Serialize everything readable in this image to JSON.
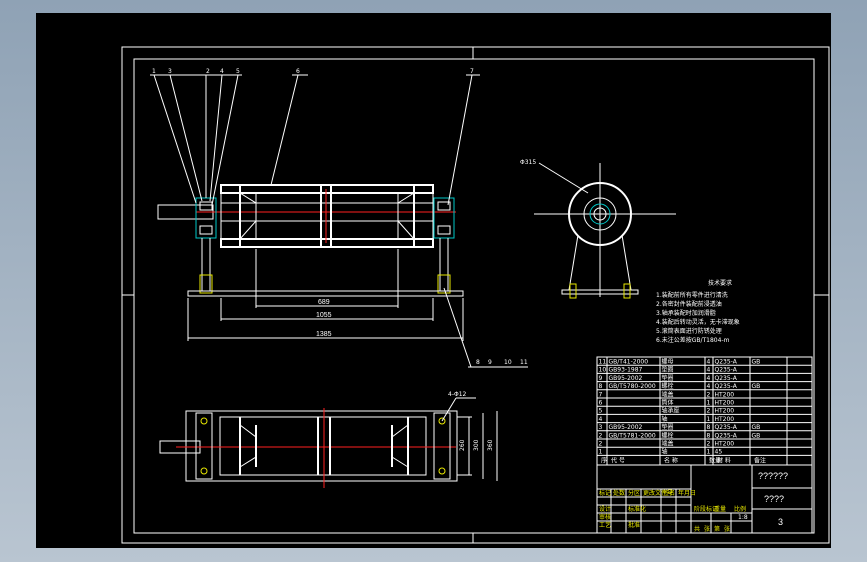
{
  "drawing": {
    "balloons": [
      "1",
      "3",
      "2",
      "4",
      "5",
      "6",
      "7"
    ],
    "balloons_bottom": [
      "8",
      "9",
      "10",
      "11"
    ],
    "dims": {
      "inner": "689",
      "mid": "1055",
      "overall": "1385"
    },
    "phi_label": "Φ315",
    "plan_hole_label": "4-Φ12",
    "plan_dims": [
      "260",
      "300",
      "360"
    ],
    "tech_title": "技术要求",
    "tech_notes": [
      "1.装配前所有零件进行清洗",
      "2.各密封件装配前浸透油",
      "3.轴承装配时加润滑脂",
      "4.装配后转动灵活，无卡滞现象",
      "5.滚筒表面进行防锈处理",
      "6.未注公差按GB/T1804-m"
    ]
  },
  "bom": {
    "rows": [
      {
        "no": "11",
        "code": "GB/T41-2000",
        "name": "螺母",
        "qty": "4",
        "mat": "Q235-A",
        "note": "GB"
      },
      {
        "no": "10",
        "code": "GB93-1987",
        "name": "垫圈",
        "qty": "4",
        "mat": "Q235-A",
        "note": ""
      },
      {
        "no": "9",
        "code": "GB95-2002",
        "name": "垫圈",
        "qty": "4",
        "mat": "Q235-A",
        "note": ""
      },
      {
        "no": "8",
        "code": "GB/T5780-2000",
        "name": "螺栓",
        "qty": "4",
        "mat": "Q235-A",
        "note": "GB"
      },
      {
        "no": "7",
        "code": "",
        "name": "端盖",
        "qty": "2",
        "mat": "HT200",
        "note": ""
      },
      {
        "no": "6",
        "code": "",
        "name": "筒体",
        "qty": "1",
        "mat": "HT200",
        "note": ""
      },
      {
        "no": "5",
        "code": "",
        "name": "轴承座",
        "qty": "2",
        "mat": "HT200",
        "note": ""
      },
      {
        "no": "4",
        "code": "",
        "name": "轴",
        "qty": "1",
        "mat": "HT200",
        "note": ""
      },
      {
        "no": "3",
        "code": "GB95-2002",
        "name": "垫圈",
        "qty": "8",
        "mat": "Q235-A",
        "note": "GB"
      },
      {
        "no": "2",
        "code": "GB/T5781-2000",
        "name": "螺栓",
        "qty": "8",
        "mat": "Q235-A",
        "note": "GB"
      },
      {
        "no": "2",
        "code": "",
        "name": "端盖",
        "qty": "2",
        "mat": "HT200",
        "note": ""
      },
      {
        "no": "1",
        "code": "",
        "name": "轴",
        "qty": "1",
        "mat": "45",
        "note": ""
      }
    ],
    "header": {
      "no": "序",
      "code": "代 号",
      "name": "名 称",
      "qty": "数量",
      "mat": "材 料",
      "note": "备注"
    }
  },
  "title_block": {
    "name": "??????",
    "code": "????",
    "scale": "1:8",
    "sheet": "3",
    "labels": [
      "标记",
      "处数",
      "分区",
      "更改文件号",
      "签名",
      "年月日",
      "设计",
      "标准化",
      "审核",
      "工艺",
      "批准",
      "阶段标记",
      "重量",
      "比例",
      "共",
      "张",
      "第",
      "张"
    ]
  }
}
